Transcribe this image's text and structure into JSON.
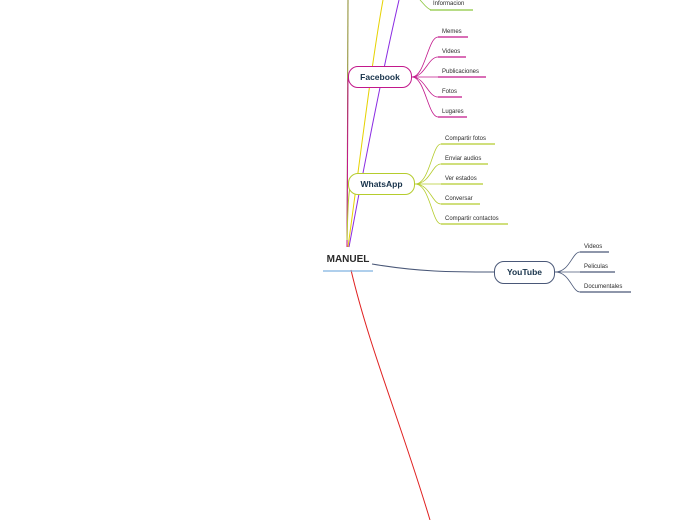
{
  "root": {
    "label": "MANUEL"
  },
  "topics": {
    "top": {
      "children": [
        "Informacion"
      ]
    },
    "facebook": {
      "label": "Facebook",
      "color": "#c2188b",
      "children": [
        "Memes",
        "Videos",
        "Publicaciones",
        "Fotos",
        "Lugares"
      ]
    },
    "whatsapp": {
      "label": "WhatsApp",
      "color": "#b5cc2d",
      "children": [
        "Compartir fotos",
        "Enviar audios",
        "Ver estados",
        "Conversar",
        "Compartir contactos"
      ]
    },
    "youtube": {
      "label": "YouTube",
      "color": "#4a5878",
      "children": [
        "Videos",
        "Peliculas",
        "Documentales"
      ]
    }
  },
  "colors": {
    "root_underline": "#7fb2e0",
    "line_olive": "#8a8a2a",
    "line_yellow": "#e6d200",
    "line_purple": "#8a2be2",
    "line_red": "#e02020",
    "top_green": "#8cc63f"
  }
}
